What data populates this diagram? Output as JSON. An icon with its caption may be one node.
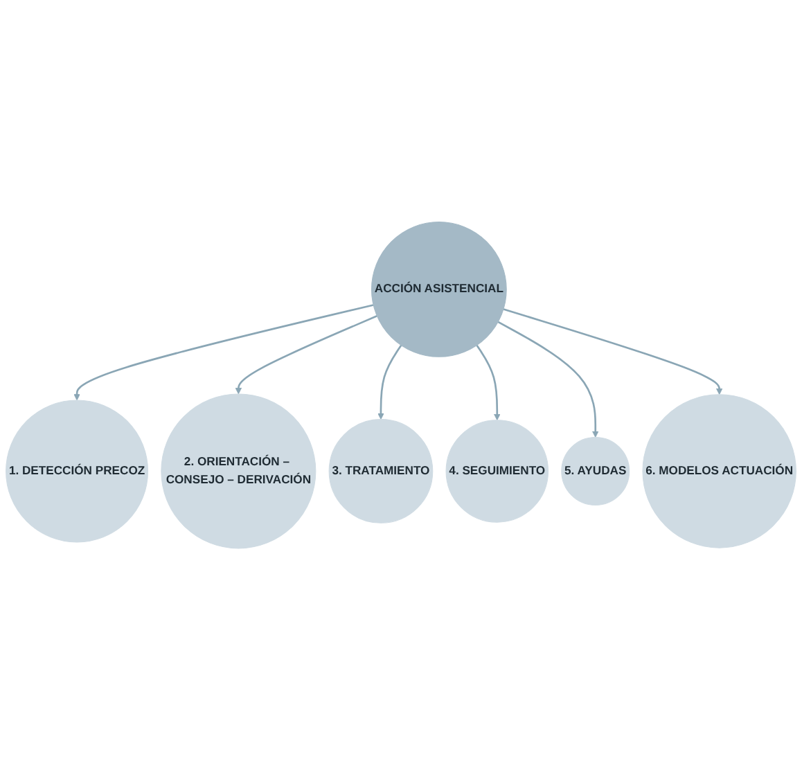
{
  "diagram": {
    "nodes": [
      {
        "text": [
          "ACCIÓN ASISTENCIAL"
        ]
      },
      {
        "text": [
          "1. DETECCIÓN PRECOZ"
        ]
      },
      {
        "text": [
          "2. ORIENTACIÓN – CONSEJO – DERIVACIÓN"
        ]
      },
      {
        "text": [
          "3. TRATAMIENTO"
        ]
      },
      {
        "text": [
          "4. SEGUIMIENTO"
        ]
      },
      {
        "text": [
          "5. AYUDAS"
        ]
      },
      {
        "text": [
          "6. MODELOS ACTUACIÓN"
        ]
      }
    ],
    "edges": [
      {
        "from": 0,
        "to": 1,
        "arrow": "to"
      },
      {
        "from": 0,
        "to": 2,
        "arrow": "to"
      },
      {
        "from": 0,
        "to": 3,
        "arrow": "to"
      },
      {
        "from": 0,
        "to": 4,
        "arrow": "to"
      },
      {
        "from": 0,
        "to": 5,
        "arrow": "to"
      },
      {
        "from": 0,
        "to": 6,
        "arrow": "to"
      }
    ]
  }
}
